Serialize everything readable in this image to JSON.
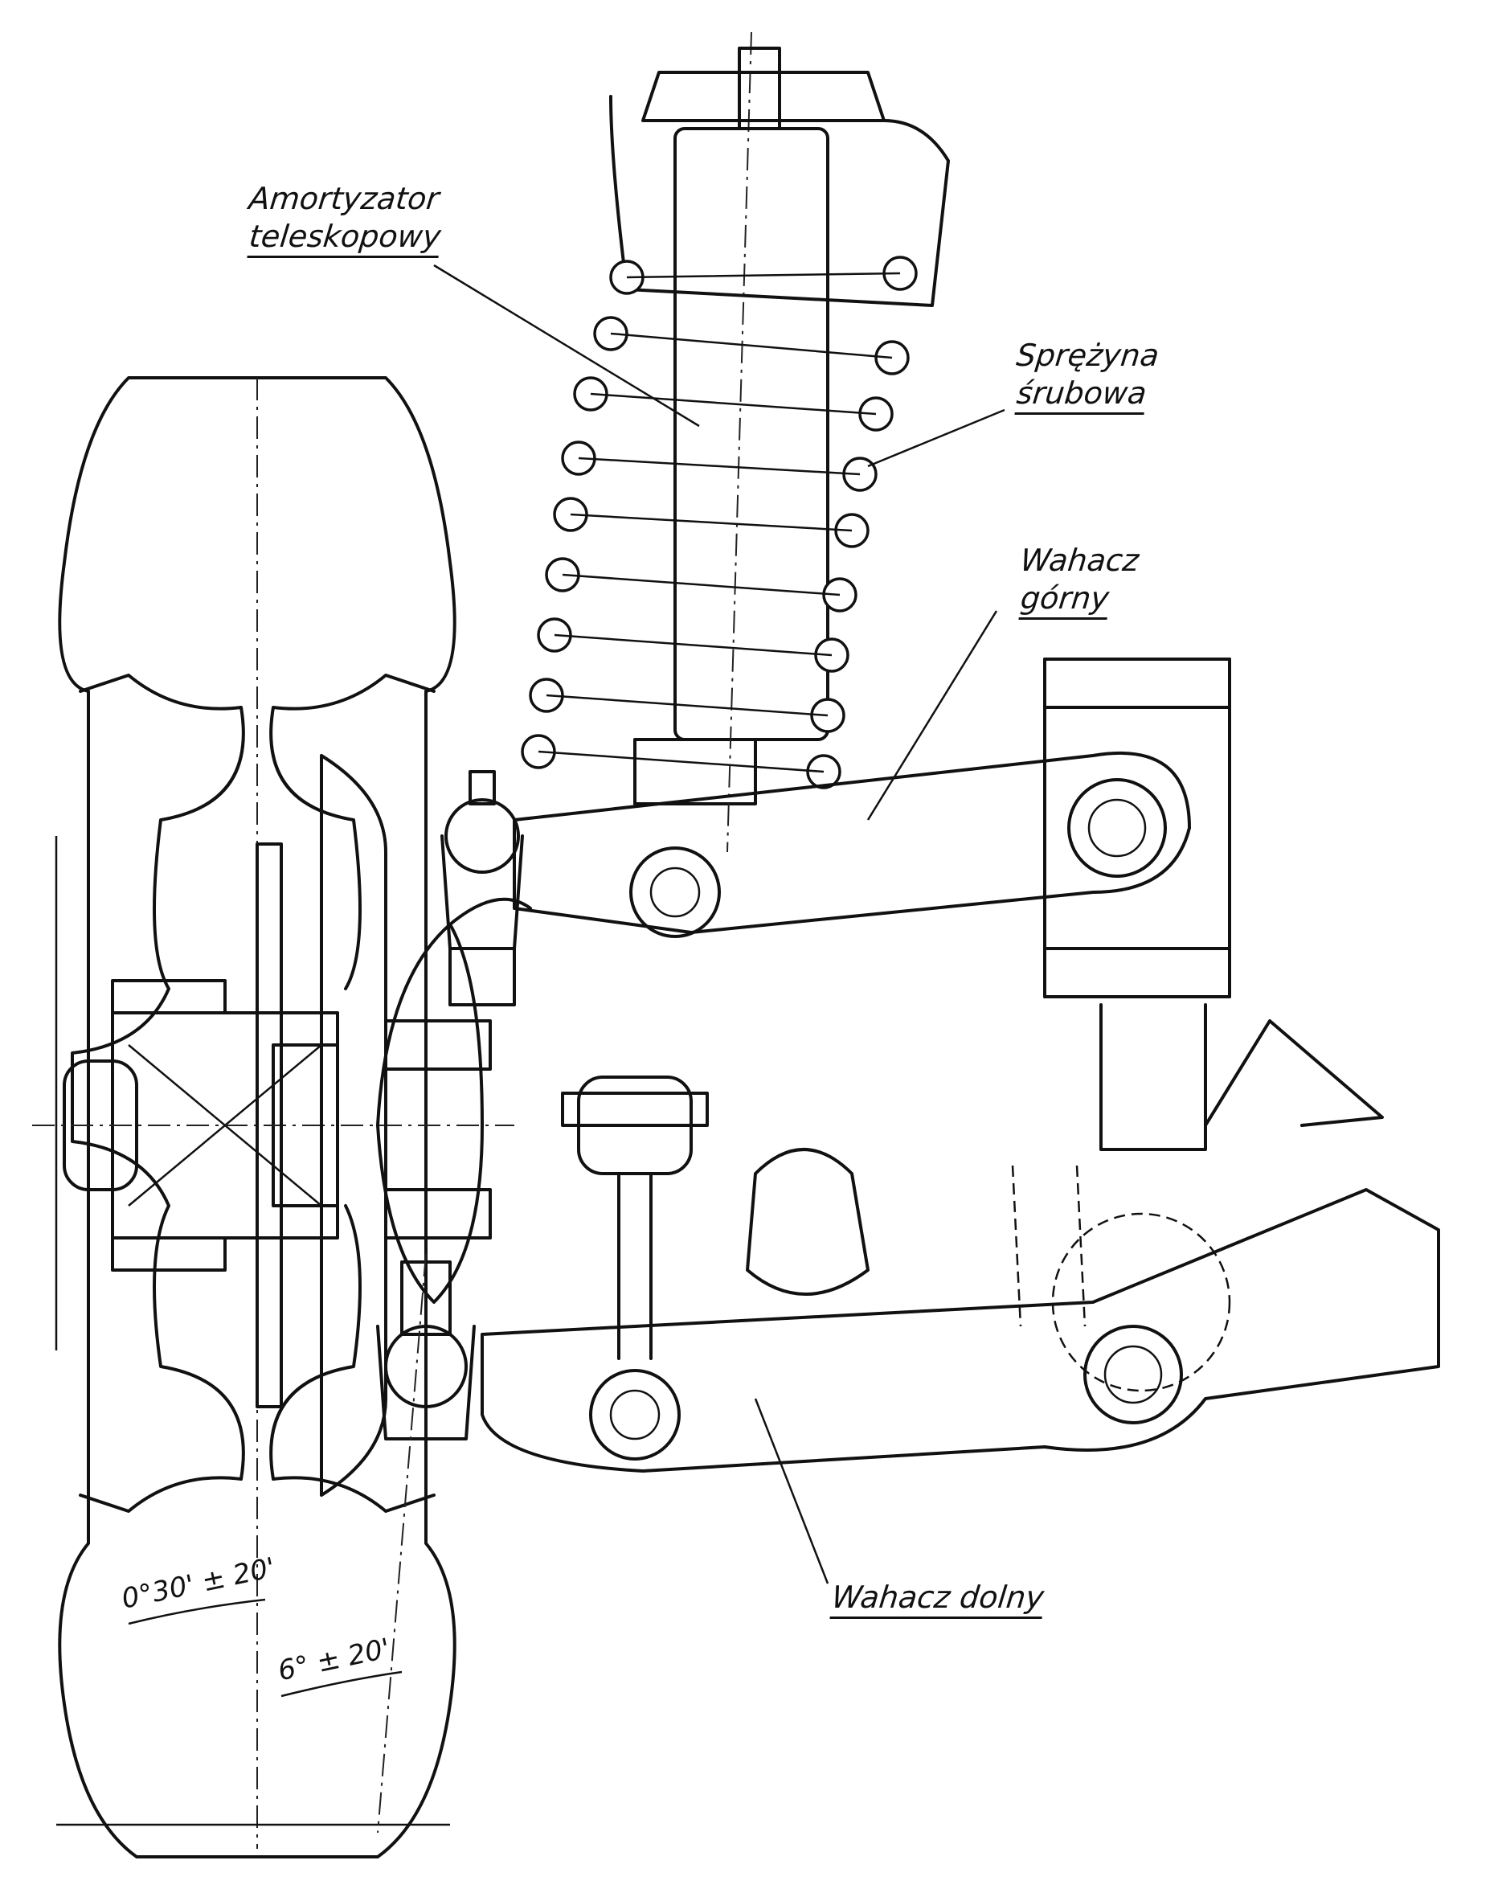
{
  "labels": {
    "shock_absorber": [
      "Amortyzator",
      "teleskopowy"
    ],
    "coil_spring": [
      "Sprężyna",
      "śrubowa"
    ],
    "upper_arm": [
      "Wahacz",
      "górny"
    ],
    "lower_arm": "Wahacz dolny"
  },
  "dimensions": {
    "camber": "0°30' ± 20'",
    "caster": "6° ± 20'"
  },
  "colors": {
    "ink": "#111111",
    "paper": "#ffffff"
  }
}
